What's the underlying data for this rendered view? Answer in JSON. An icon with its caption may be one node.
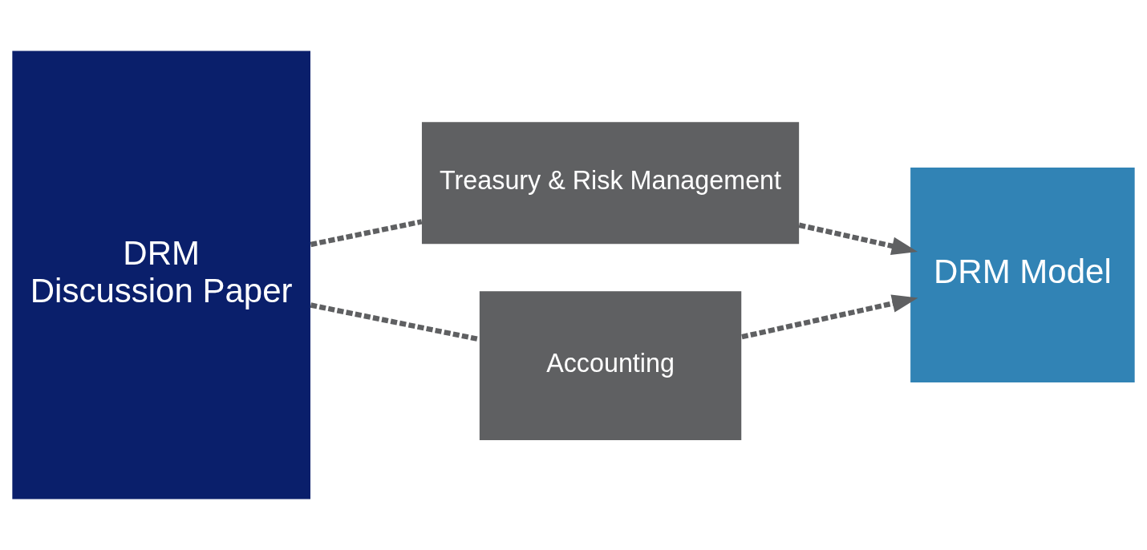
{
  "diagram": {
    "nodes": [
      {
        "text": [
          "DRM",
          "Discussion Paper"
        ]
      },
      {
        "text": [
          "Treasury & Risk Management"
        ]
      },
      {
        "text": [
          "Accounting"
        ]
      },
      {
        "text": [
          "DRM Model"
        ]
      }
    ],
    "edges": [
      {
        "from": 0,
        "to": 1,
        "arrow": "none",
        "style": "dashed"
      },
      {
        "from": 0,
        "to": 2,
        "arrow": "none",
        "style": "dashed"
      },
      {
        "from": 1,
        "to": 3,
        "arrow": "to",
        "style": "dashed"
      },
      {
        "from": 2,
        "to": 3,
        "arrow": "to",
        "style": "dashed"
      }
    ]
  }
}
